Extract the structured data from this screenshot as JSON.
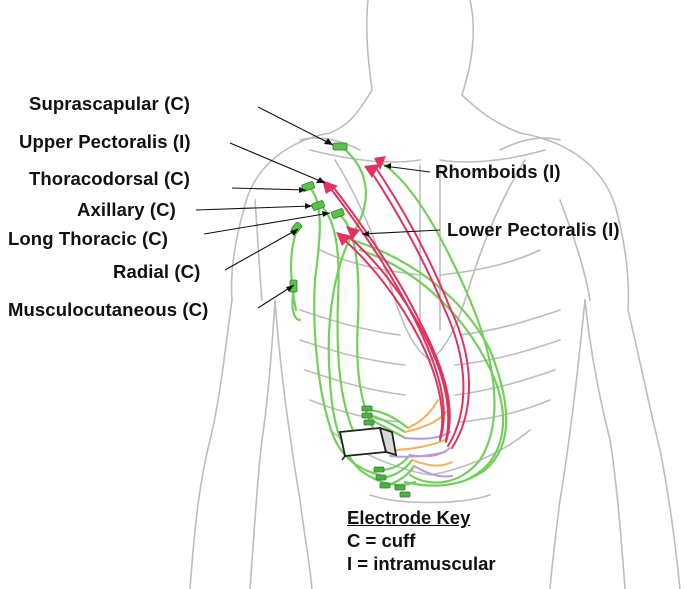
{
  "labels": {
    "suprascapular": "Suprascapular (C)",
    "upper_pectoralis": "Upper Pectoralis (I)",
    "thoracodorsal": "Thoracodorsal (C)",
    "axillary": "Axillary (C)",
    "long_thoracic": "Long Thoracic (C)",
    "radial": "Radial (C)",
    "musculocutaneous": "Musculocutaneous (C)",
    "rhomboids": "Rhomboids (I)",
    "lower_pectoralis": "Lower Pectoralis (I)"
  },
  "key": {
    "title": "Electrode Key",
    "cuff": "C = cuff",
    "intramuscular": "I = intramuscular"
  },
  "colors": {
    "body_outline": "#b8b8b8",
    "cuff_lead": "#6fd05a",
    "intramuscular_lead": "#e0335f",
    "connector_orange": "#f2b25a",
    "connector_purple": "#b99ad8"
  }
}
